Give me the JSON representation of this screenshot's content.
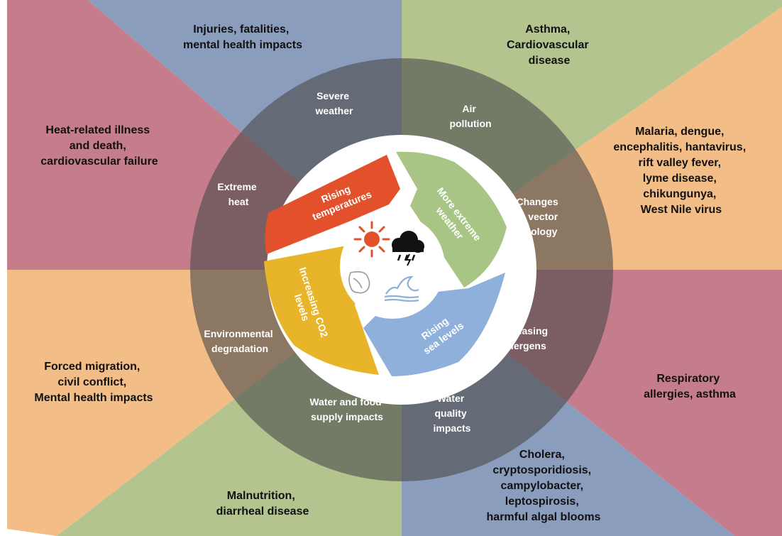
{
  "colors": {
    "blue": "#8b9dbd",
    "green": "#b3c48f",
    "orange": "#f2bd86",
    "pink": "#c57d8b",
    "ring": "#4c4c4c",
    "seg_red": "#e2512b",
    "seg_green": "#a8c585",
    "seg_blue": "#8eb0da",
    "seg_yellow": "#e7b42a"
  },
  "outer_labels": {
    "injuries": [
      "Injuries, fatalities,",
      "mental health impacts"
    ],
    "asthma_cardio": [
      "Asthma,",
      "Cardiovascular",
      "disease"
    ],
    "heat_illness": [
      "Heat-related illness",
      "and death,",
      "cardiovascular failure"
    ],
    "vector_diseases": [
      "Malaria, dengue,",
      "encephalitis, hantavirus,",
      "rift valley fever,",
      "lyme disease,",
      "chikungunya,",
      "West Nile virus"
    ],
    "forced_migration": [
      "Forced migration,",
      "civil conflict,",
      "Mental health impacts"
    ],
    "respiratory": [
      "Respiratory",
      "allergies, asthma"
    ],
    "malnutrition": [
      "Malnutrition,",
      "diarrheal disease"
    ],
    "waterborne": [
      "Cholera,",
      "cryptosporidiosis,",
      "campylobacter,",
      "leptospirosis,",
      "harmful algal blooms"
    ]
  },
  "ring_labels": {
    "severe_weather": [
      "Severe",
      "weather"
    ],
    "air_pollution": [
      "Air",
      "pollution"
    ],
    "extreme_heat": [
      "Extreme",
      "heat"
    ],
    "vector_ecology": [
      "Changes",
      "in vector",
      "ecology"
    ],
    "environmental_degradation": [
      "Environmental",
      "degradation"
    ],
    "increasing_allergens": [
      "Increasing",
      "allergens"
    ],
    "water_food_supply": [
      "Water and food",
      "supply impacts"
    ],
    "water_quality": [
      "Water",
      "quality",
      "impacts"
    ]
  },
  "center_segments": {
    "rising_temperatures": [
      "Rising",
      "temperatures"
    ],
    "extreme_weather": [
      "More extreme",
      "weather"
    ],
    "sea_levels": [
      "Rising",
      "sea levels"
    ],
    "co2_levels": [
      "Increasing CO2",
      "levels"
    ]
  },
  "icons": [
    "sun-icon",
    "storm-cloud-icon",
    "lungs-icon",
    "wave-icon"
  ]
}
